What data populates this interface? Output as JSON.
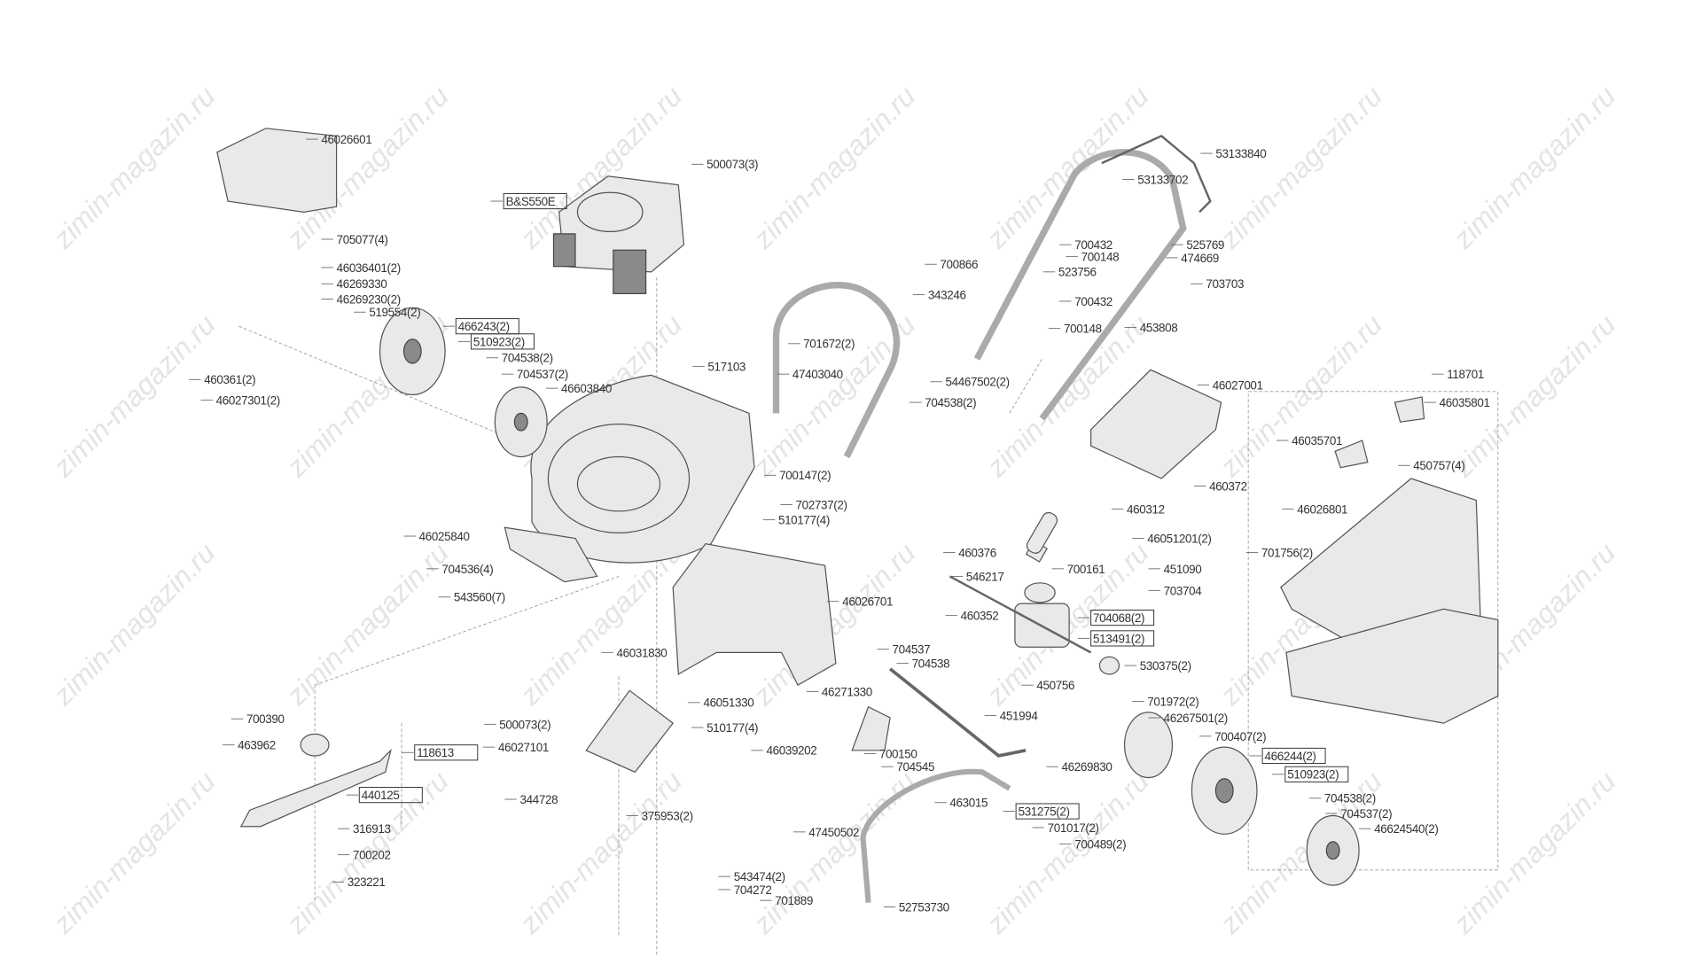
{
  "watermark": "zimin-magazin.ru",
  "labels": [
    "46026601",
    "500073(3)",
    "B&S550E",
    "53133840",
    "53133702",
    "705077(4)",
    "700432",
    "525769",
    "700148",
    "474669",
    "46036401(2)",
    "700866",
    "523756",
    "46269330",
    "703703",
    "343246",
    "46269230(2)",
    "700432",
    "519554(2)",
    "466243(2)",
    "700148",
    "453808",
    "510923(2)",
    "701672(2)",
    "704538(2)",
    "517103",
    "47403040",
    "54467502(2)",
    "460361(2)",
    "704537(2)",
    "46603840",
    "46027001",
    "118701",
    "46027301(2)",
    "704538(2)",
    "46035801",
    "46035701",
    "450757(4)",
    "700147(2)",
    "460372",
    "702737(2)",
    "460312",
    "46026801",
    "510177(4)",
    "46025840",
    "46051201(2)",
    "460376",
    "701756(2)",
    "704536(4)",
    "546217",
    "700161",
    "451090",
    "703704",
    "543560(7)",
    "46026701",
    "460352",
    "704068(2)",
    "513491(2)",
    "46031830",
    "704537",
    "704538",
    "530375(2)",
    "450756",
    "46271330",
    "46051330",
    "451994",
    "701972(2)",
    "700390",
    "46267501(2)",
    "500073(2)",
    "510177(4)",
    "118613",
    "463962",
    "46027101",
    "46039202",
    "700150",
    "700407(2)",
    "704545",
    "466244(2)",
    "46269830",
    "440125",
    "510923(2)",
    "344728",
    "463015",
    "704538(2)",
    "531275(2)",
    "375953(2)",
    "704537(2)",
    "316913",
    "701017(2)",
    "46624540(2)",
    "47450502",
    "700489(2)",
    "700202",
    "323221",
    "543474(2)",
    "704272",
    "701889",
    "52753730"
  ]
}
